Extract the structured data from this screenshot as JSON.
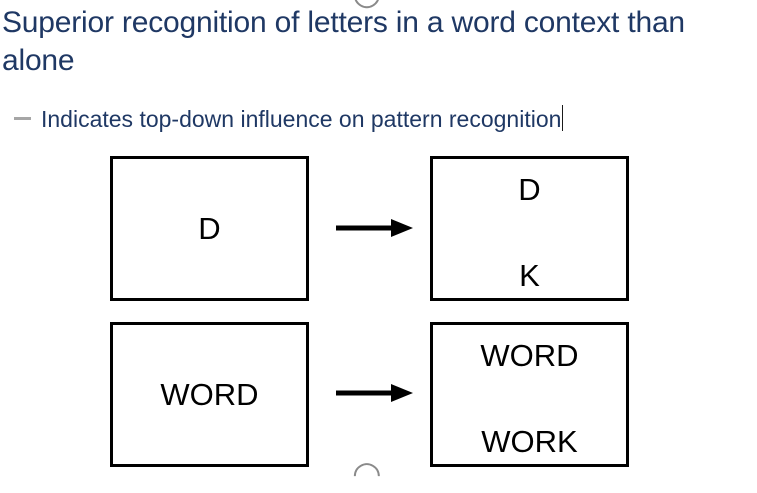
{
  "slide": {
    "background_color": "#ffffff",
    "title_color": "#1f3864",
    "body_color": "#1f3864",
    "bullet_dash_color": "#a6a6a6",
    "diagram_color": "#000000",
    "title": "Superior recognition of letters in a word context than alone"
  },
  "bullet": {
    "marker": "dash",
    "text": "Indicates top-down influence on pattern recognition",
    "caret_visible": true
  },
  "clipped": {
    "top_glyph": "◡",
    "bottom_glyph": "◠"
  },
  "diagram": {
    "type": "two-row-comparison",
    "rows": [
      {
        "id": "letter",
        "left_panel": {
          "name": "letter-alone",
          "layout": "single",
          "lines": [
            "D"
          ]
        },
        "arrow": {
          "name": "arrow-letter",
          "direction": "right"
        },
        "right_panel": {
          "name": "letter-in-context",
          "layout": "stacked",
          "lines": [
            "D",
            "K"
          ]
        }
      },
      {
        "id": "word",
        "left_panel": {
          "name": "word-alone",
          "layout": "single",
          "lines": [
            "WORD"
          ]
        },
        "arrow": {
          "name": "arrow-word",
          "direction": "right"
        },
        "right_panel": {
          "name": "word-in-context",
          "layout": "stacked",
          "lines": [
            "WORD",
            "WORK"
          ]
        }
      }
    ]
  }
}
